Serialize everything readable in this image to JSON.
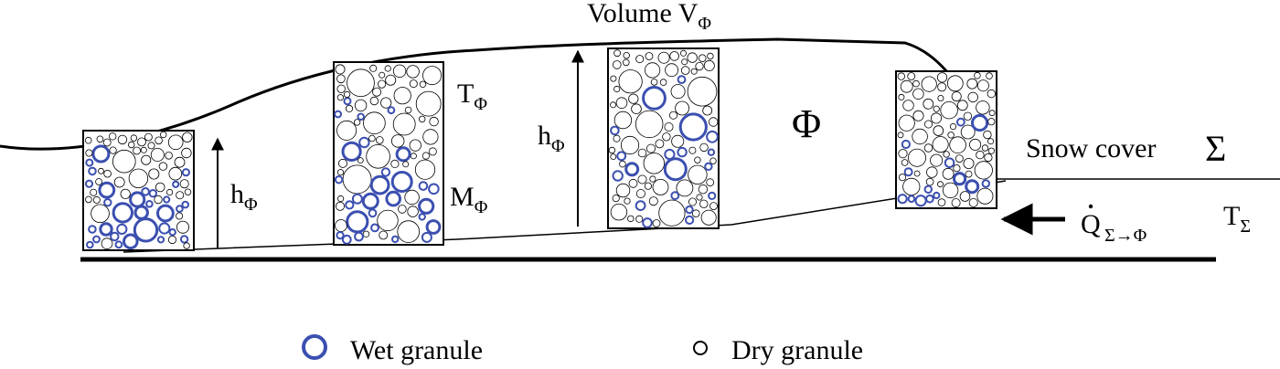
{
  "labels": {
    "volume": "Volume V",
    "volume_sub": "Φ",
    "phi": "Φ",
    "snow_cover": "Snow cover",
    "sigma": "Σ",
    "T_main": "T",
    "T_sub": "Φ",
    "M_main": "M",
    "M_sub": "Φ",
    "h_main": "h",
    "h_sub": "Φ",
    "Tsig_main": "T",
    "Tsig_sub": "Σ",
    "Q_main": "Q",
    "Q_sub": "Σ→Φ"
  },
  "legend": {
    "wet": "Wet granule",
    "dry": "Dry granule"
  },
  "colors": {
    "wet": "#3b4fb0",
    "dry": "#000000"
  }
}
